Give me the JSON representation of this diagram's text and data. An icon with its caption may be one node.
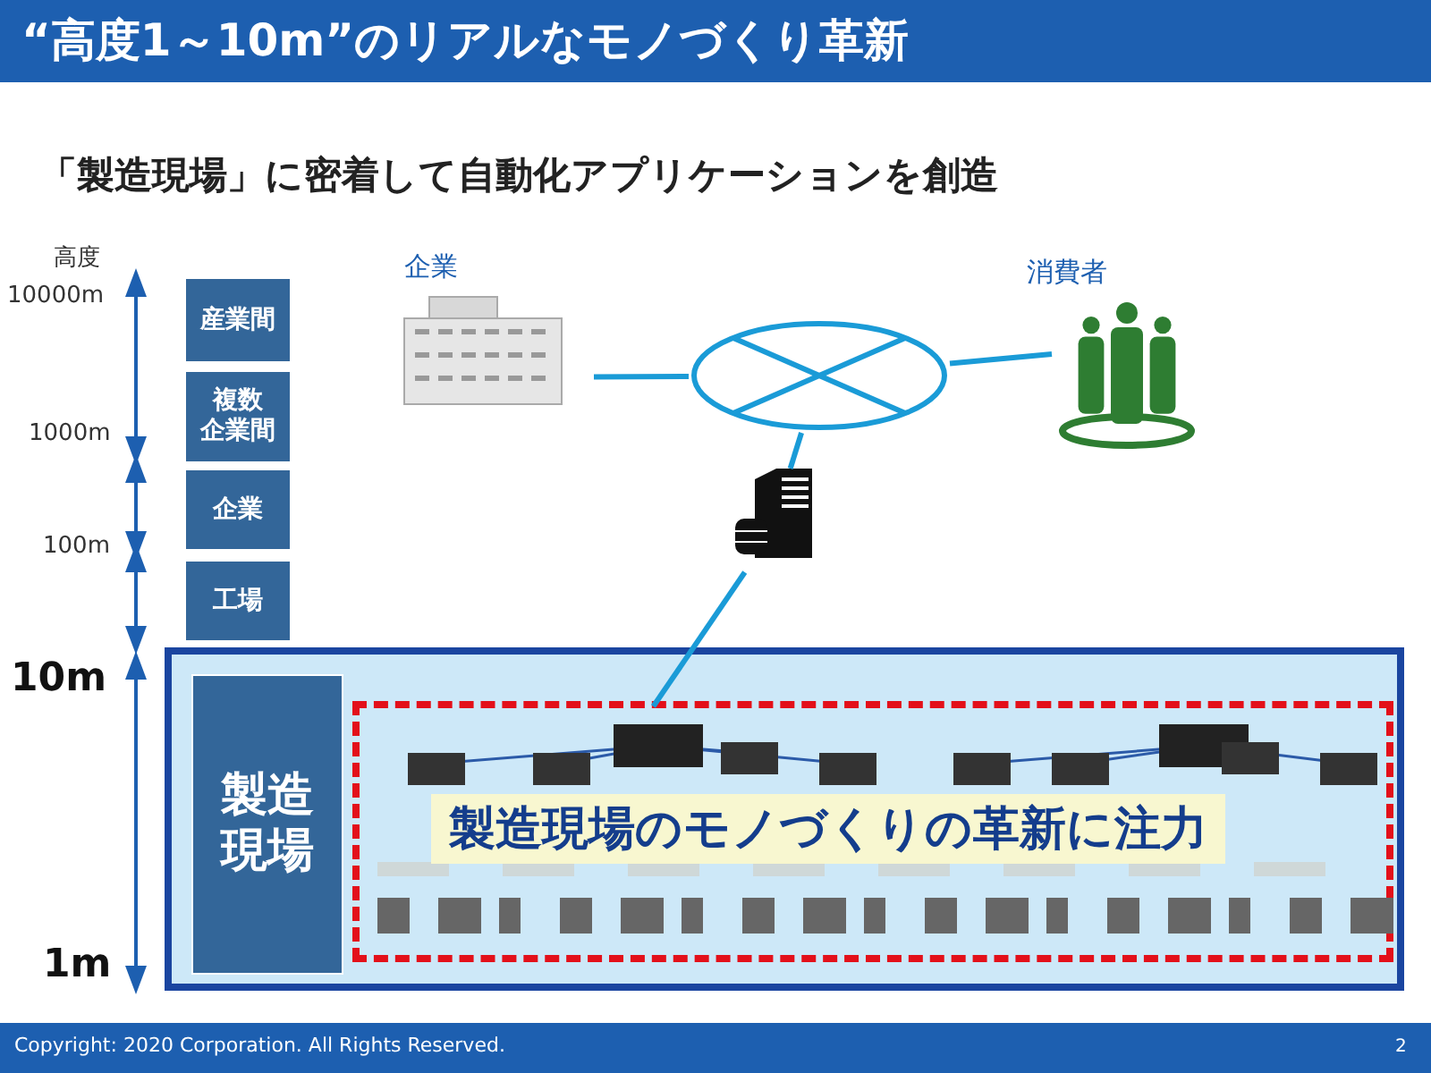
{
  "diagram": {
    "title": "“高度1～10m”のリアルなモノづくり革新",
    "nodes": [
      {
        "text": [
          "産業間"
        ]
      },
      {
        "text": [
          "複数企業間"
        ]
      },
      {
        "text": [
          "企業"
        ]
      },
      {
        "text": [
          "工場"
        ]
      },
      {
        "text": [],
        "shape": "box"
      },
      {
        "text": [
          "製造現場"
        ],
        "in": 4
      },
      {
        "text": [
          "製造現場のモノづくりの革新に注力"
        ],
        "in": 4
      },
      {
        "text": [
          "企業"
        ]
      },
      {
        "text": [],
        "shape": "circle"
      },
      {
        "text": [
          "消費者"
        ]
      },
      {
        "text": [],
        "shape": "picture"
      },
      {
        "text": [],
        "shape": "picture",
        "in": 6
      }
    ],
    "edges": [
      {
        "from": 7,
        "to": 8,
        "arrow": "none"
      },
      {
        "from": 8,
        "to": 9,
        "arrow": "none"
      },
      {
        "from": 8,
        "to": 10,
        "arrow": "none"
      },
      {
        "from": 10,
        "to": 11,
        "arrow": "none"
      }
    ],
    "labels": [
      "「製造現場」に密着して自動化アプリケーションを創造",
      "高度",
      "10000m",
      "1000m",
      "100m",
      "10m",
      "1m",
      "Copyright: 2020 Corporation. All Rights Reserved.",
      "2"
    ]
  }
}
